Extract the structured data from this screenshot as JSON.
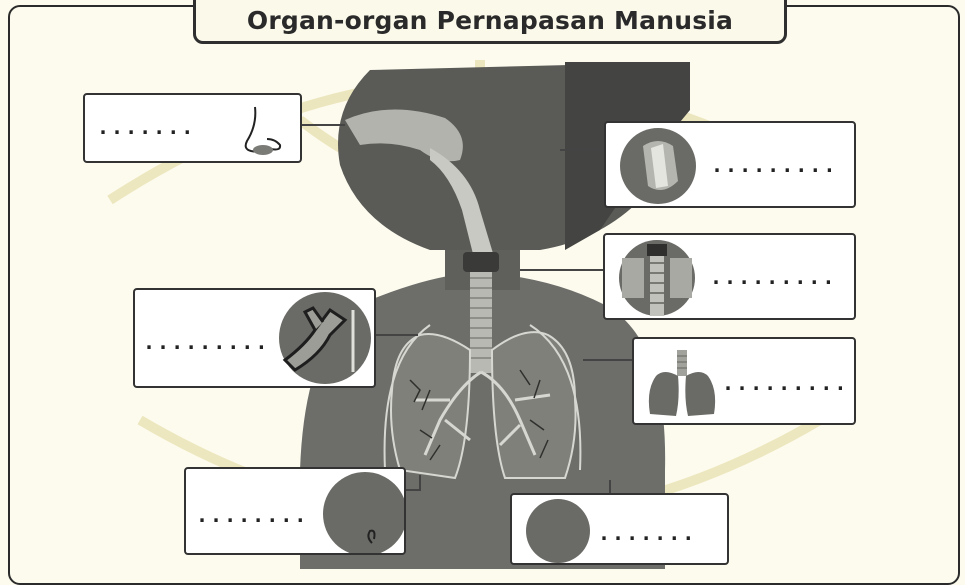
{
  "diagram": {
    "title": "Organ-organ Pernapasan Manusia",
    "blank": ".......",
    "labels": [
      {
        "id": "nose",
        "placeholder": "......."
      },
      {
        "id": "pharynx",
        "placeholder": "........."
      },
      {
        "id": "trachea",
        "placeholder": "........."
      },
      {
        "id": "bronchus",
        "placeholder": "........."
      },
      {
        "id": "lungs",
        "placeholder": "........."
      },
      {
        "id": "bronchiole",
        "placeholder": "........"
      },
      {
        "id": "alveoli",
        "placeholder": "......."
      }
    ]
  },
  "colors": {
    "background": "#fdfbee",
    "silhouette": "#6b6b6b",
    "dark": "#4a4a4a",
    "lung_fill": "#8a8a86",
    "airway": "#bdbdb8"
  }
}
